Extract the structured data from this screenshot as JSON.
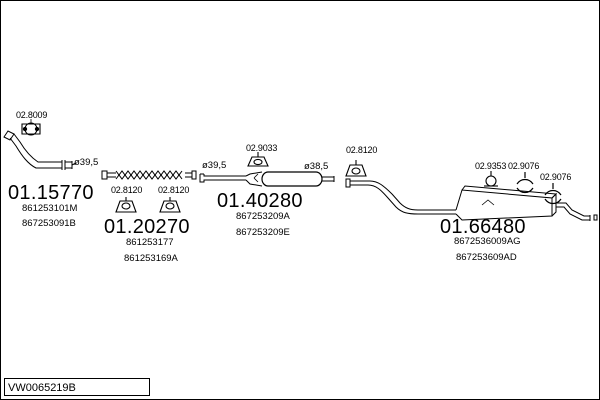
{
  "diagram": {
    "code": "VW0065219B",
    "groups": [
      {
        "number": "01.15770",
        "oem": [
          "861253101M",
          "867253091B"
        ],
        "fittings": [
          "02.8009"
        ],
        "diameter": "ø39,5"
      },
      {
        "number": "01.20270",
        "oem": [
          "861253177",
          "861253169A"
        ],
        "fittings": [
          "02.8120",
          "02.8120"
        ]
      },
      {
        "number": "01.40280",
        "oem": [
          "867253209A",
          "867253209E"
        ],
        "fittings": [
          "02.9033"
        ],
        "diameters": [
          "ø39,5",
          "ø38,5"
        ]
      },
      {
        "number": "01.66480",
        "oem": [
          "8672536009AG",
          "867253609AD"
        ],
        "fittings": [
          "02.8120",
          "02.9353",
          "02.9076",
          "02.9076"
        ]
      }
    ]
  }
}
